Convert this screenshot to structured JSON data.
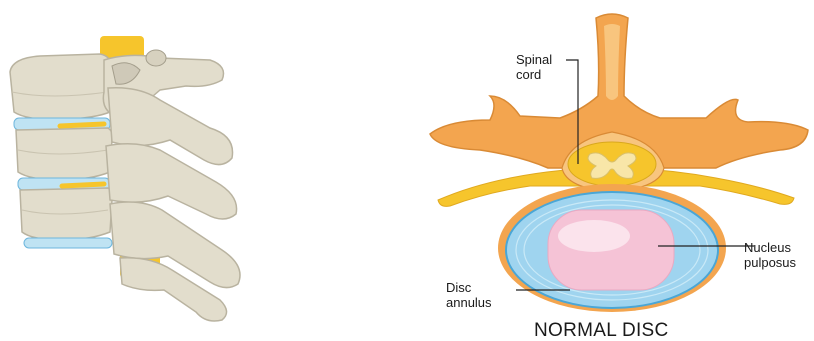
{
  "diagram": {
    "title": "NORMAL DISC",
    "labels": {
      "spinal_cord": [
        "Spinal",
        "cord"
      ],
      "nucleus_pulposus": [
        "Nucleus",
        "pulposus"
      ],
      "disc_annulus": [
        "Disc",
        "annulus"
      ]
    },
    "colors": {
      "bone": "#e2ddcc",
      "bone_shadow": "#b9b3a0",
      "vertebra_orange": "#f3a54f",
      "vertebra_light": "#f8c57e",
      "nerve_yellow": "#f6c52c",
      "disc_blue": "#9fd4ef",
      "disc_annulus_ring": "#4aa6d6",
      "nucleus_pink": "#f5c3d6",
      "leader_line": "#222222"
    }
  }
}
